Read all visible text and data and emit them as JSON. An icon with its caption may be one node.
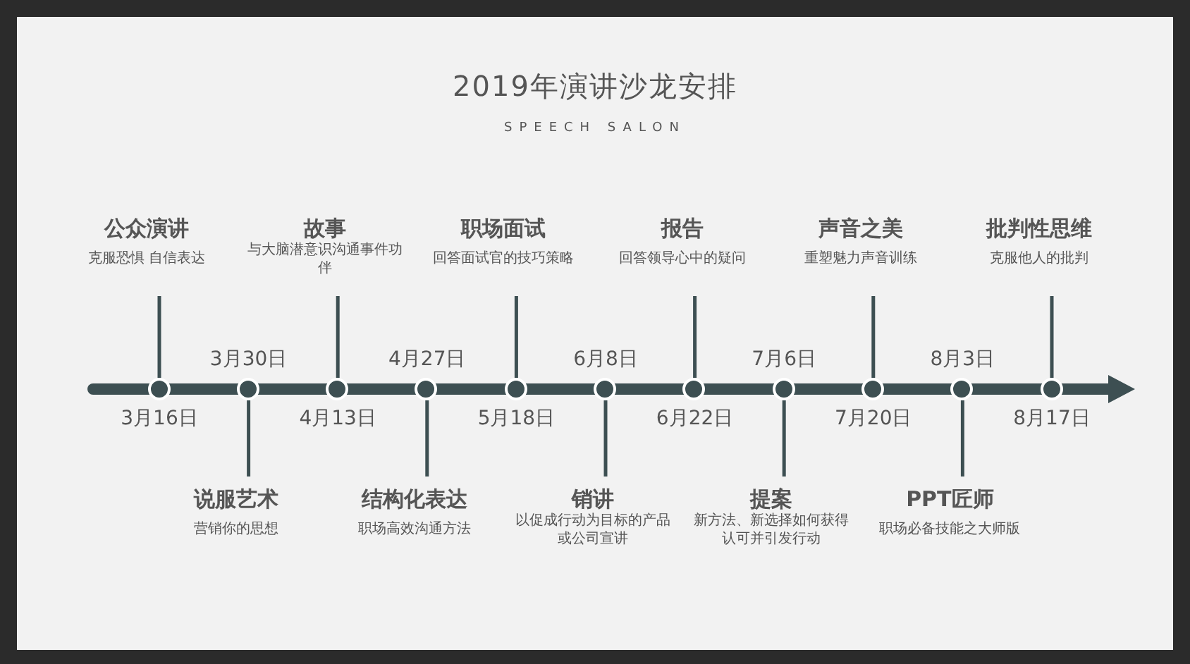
{
  "diagram": {
    "title": "2019年演讲沙龙安排",
    "caption": "SPEECH SALON",
    "nodes": [
      {
        "text": [
          "公众演讲",
          "克服恐惧 自信表达"
        ]
      },
      {
        "text": [
          "说服艺术",
          "营销你的思想"
        ]
      },
      {
        "text": [
          "故事",
          "与大脑潜意识沟通事件功伴"
        ]
      },
      {
        "text": [
          "结构化表达",
          "职场高效沟通方法"
        ]
      },
      {
        "text": [
          "职场面试",
          "回答面试官的技巧策略"
        ]
      },
      {
        "text": [
          "销讲",
          "以促成行动为目标的产品或公司宣讲"
        ]
      },
      {
        "text": [
          "报告",
          "回答领导心中的疑问"
        ]
      },
      {
        "text": [
          "提案",
          "新方法、新选择如何获得认可并引发行动"
        ]
      },
      {
        "text": [
          "声音之美",
          "重塑魅力声音训练"
        ]
      },
      {
        "text": [
          "PPT匠师",
          "职场必备技能之大师版"
        ]
      },
      {
        "text": [
          "批判性思维",
          "克服他人的批判"
        ]
      },
      {
        "text": [],
        "shape": "circle",
        "beside": [
          "3月16日"
        ]
      },
      {
        "text": [],
        "shape": "circle",
        "beside": [
          "3月30日"
        ]
      },
      {
        "text": [],
        "shape": "circle",
        "beside": [
          "4月13日"
        ]
      },
      {
        "text": [],
        "shape": "circle",
        "beside": [
          "4月27日"
        ]
      },
      {
        "text": [],
        "shape": "circle",
        "beside": [
          "5月18日"
        ]
      },
      {
        "text": [],
        "shape": "circle",
        "beside": [
          "6月8日"
        ]
      },
      {
        "text": [],
        "shape": "circle",
        "beside": [
          "6月22日"
        ]
      },
      {
        "text": [],
        "shape": "circle",
        "beside": [
          "7月6日"
        ]
      },
      {
        "text": [],
        "shape": "circle",
        "beside": [
          "7月20日"
        ]
      },
      {
        "text": [],
        "shape": "circle",
        "beside": [
          "8月3日"
        ]
      },
      {
        "text": [],
        "shape": "circle",
        "beside": [
          "8月17日"
        ]
      }
    ],
    "edges": [
      {
        "from": 0,
        "to": 11,
        "arrow": "none"
      },
      {
        "from": 1,
        "to": 12,
        "arrow": "none"
      },
      {
        "from": 2,
        "to": 13,
        "arrow": "none"
      },
      {
        "from": 3,
        "to": 14,
        "arrow": "none"
      },
      {
        "from": 4,
        "to": 15,
        "arrow": "none"
      },
      {
        "from": 5,
        "to": 16,
        "arrow": "none"
      },
      {
        "from": 6,
        "to": 17,
        "arrow": "none"
      },
      {
        "from": 7,
        "to": 18,
        "arrow": "none"
      },
      {
        "from": 8,
        "to": 19,
        "arrow": "none"
      },
      {
        "from": 9,
        "to": 20,
        "arrow": "none"
      },
      {
        "from": 10,
        "to": 21,
        "arrow": "none"
      }
    ]
  }
}
